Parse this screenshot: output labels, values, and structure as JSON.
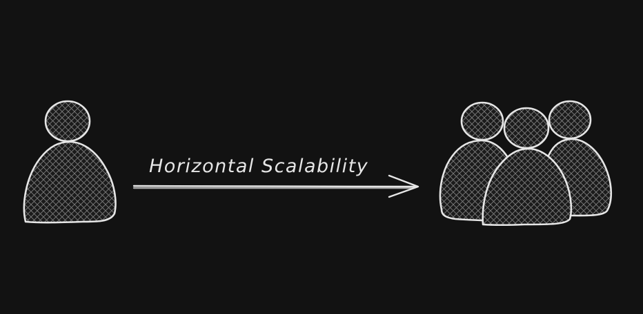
{
  "diagram": {
    "label": "Horizontal Scalability",
    "background": "#121212",
    "stroke_color": "#e6e6e6",
    "left_group": {
      "people": 1,
      "icon": "person-icon"
    },
    "right_group": {
      "people": 3,
      "icon": "people-group-icon"
    },
    "connector": "arrow-right"
  }
}
